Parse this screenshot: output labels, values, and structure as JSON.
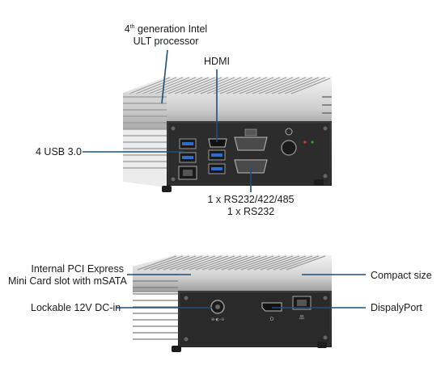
{
  "callouts": {
    "processor": {
      "line1_prefix": "4",
      "line1_sup": "th",
      "line1_rest": " generation Intel",
      "line2": "ULT processor"
    },
    "hdmi": "HDMI",
    "usb": "4 USB 3.0",
    "serial": {
      "line1": "1 x RS232/422/485",
      "line2": "1 x RS232"
    },
    "pci": {
      "line1": "Internal PCI Express",
      "line2": "Mini Card slot with mSATA"
    },
    "compact": "Compact size",
    "dcin": "Lockable 12V DC-in",
    "displayport": "DispalyPort"
  },
  "colors": {
    "leader_line": "#1e4f7a",
    "heatsink_fin": "#d8d8d8",
    "heatsink_shadow": "#8e8e8e",
    "panel": "#2b2b2b",
    "usb_blue": "#2c6fd1"
  },
  "icons": [
    "usb-port-icon",
    "hdmi-port-icon",
    "serial-port-icon",
    "power-button-icon",
    "ethernet-port-icon",
    "dc-jack-icon",
    "displayport-icon"
  ]
}
